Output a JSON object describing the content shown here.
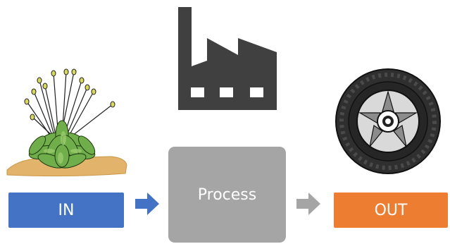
{
  "labels": {
    "in": "IN",
    "process": "Process",
    "out": "OUT"
  },
  "icons": {
    "input": "plant-icon",
    "process": "factory-icon",
    "output": "tire-icon",
    "arrow_1": "right-arrow-icon",
    "arrow_2": "right-arrow-icon"
  },
  "colors": {
    "in": "#4472C4",
    "process": "#A5A5A5",
    "out": "#ED7D31",
    "arrow_1": "#4472C4",
    "arrow_2": "#A5A5A5",
    "factory": "#404040",
    "soil": "#E2B36A"
  }
}
